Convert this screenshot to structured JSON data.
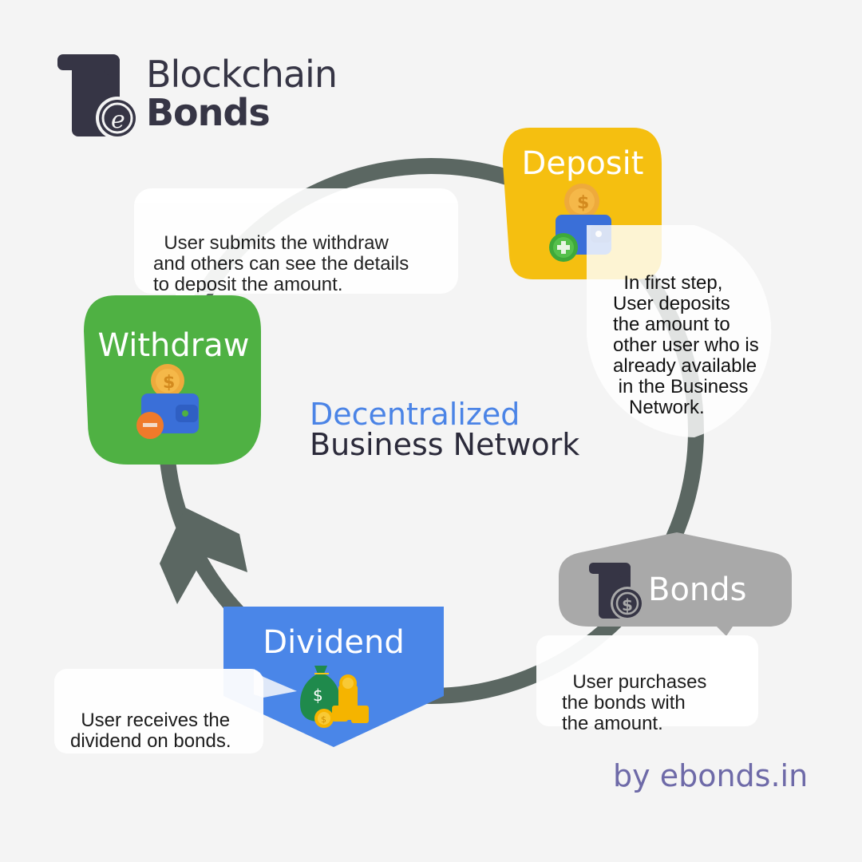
{
  "logo": {
    "line1": "Blockchain",
    "line2": "Bonds",
    "icon": "scroll-e-icon",
    "color": "#363545"
  },
  "center": {
    "line1": "Decentralized",
    "line2": "Business Network",
    "line1_color": "#4b84e6",
    "line2_color": "#2b2a3a"
  },
  "cycle": {
    "ring_color": "#5b6762",
    "direction": "clockwise",
    "stages": [
      {
        "id": "deposit",
        "title": "Deposit",
        "color": "#f5bf10",
        "icon": "wallet-plus-coin-icon",
        "description": "In first step,\nUser deposits\nthe amount to\nother user who is\nalready available\n in the Business\n   Network."
      },
      {
        "id": "bonds",
        "title": "Bonds",
        "color": "#a9a9a9",
        "icon": "bond-dollar-icon",
        "description": "User purchases\nthe bonds with\nthe amount."
      },
      {
        "id": "dividend",
        "title": "Dividend",
        "color": "#4a86e8",
        "icon": "money-bag-coins-icon",
        "description": "User receives the\ndividend on bonds."
      },
      {
        "id": "withdraw",
        "title": "Withdraw",
        "color": "#4fb143",
        "icon": "wallet-minus-coin-icon",
        "description": "User submits the withdraw\nand others can see the details\nto deposit the amount."
      }
    ]
  },
  "footer": {
    "credit": "by ebonds.in",
    "color": "#6e6aa8"
  }
}
